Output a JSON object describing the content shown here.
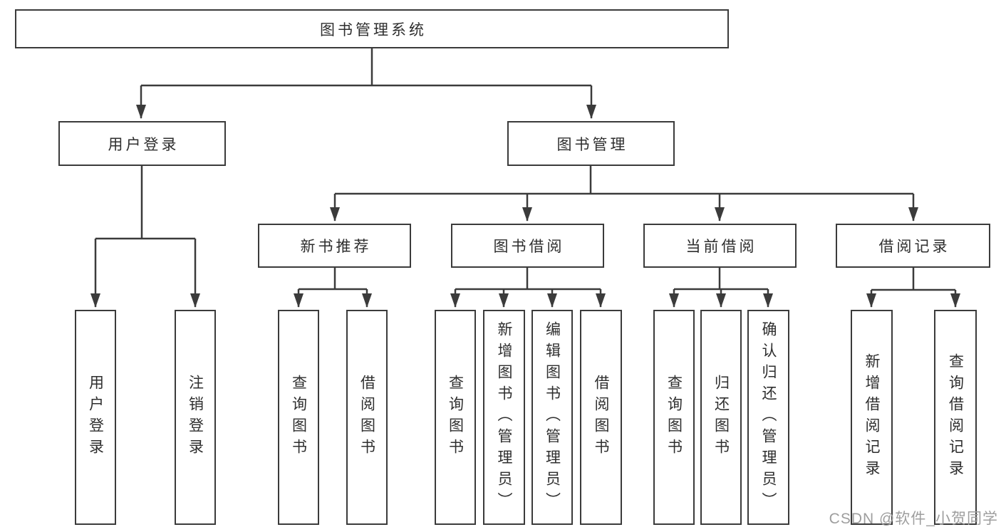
{
  "diagram_title": "图书管理系统",
  "tree": {
    "label": "图书管理系统",
    "children": [
      {
        "label": "用户登录",
        "children": [
          {
            "label": "用户登录"
          },
          {
            "label": "注销登录"
          }
        ]
      },
      {
        "label": "图书管理",
        "children": [
          {
            "label": "新书推荐",
            "children": [
              {
                "label": "查询图书"
              },
              {
                "label": "借阅图书"
              }
            ]
          },
          {
            "label": "图书借阅",
            "children": [
              {
                "label": "查询图书"
              },
              {
                "label": "新增图书（管理员）"
              },
              {
                "label": "编辑图书（管理员）"
              },
              {
                "label": "借阅图书"
              }
            ]
          },
          {
            "label": "当前借阅",
            "children": [
              {
                "label": "查询图书"
              },
              {
                "label": "归还图书"
              },
              {
                "label": "确认归还（管理员）"
              }
            ]
          },
          {
            "label": "借阅记录",
            "children": [
              {
                "label": "新增借阅记录"
              },
              {
                "label": "查询借阅记录"
              }
            ]
          }
        ]
      }
    ]
  },
  "watermark": {
    "text": "CSDN @软件_小贺同学"
  },
  "colors": {
    "box_border": "#3b3b3b",
    "connector_line": "#3b3b3b",
    "text": "#2e2e2e",
    "background": "#ffffff",
    "watermark": "#9e9e9e"
  }
}
